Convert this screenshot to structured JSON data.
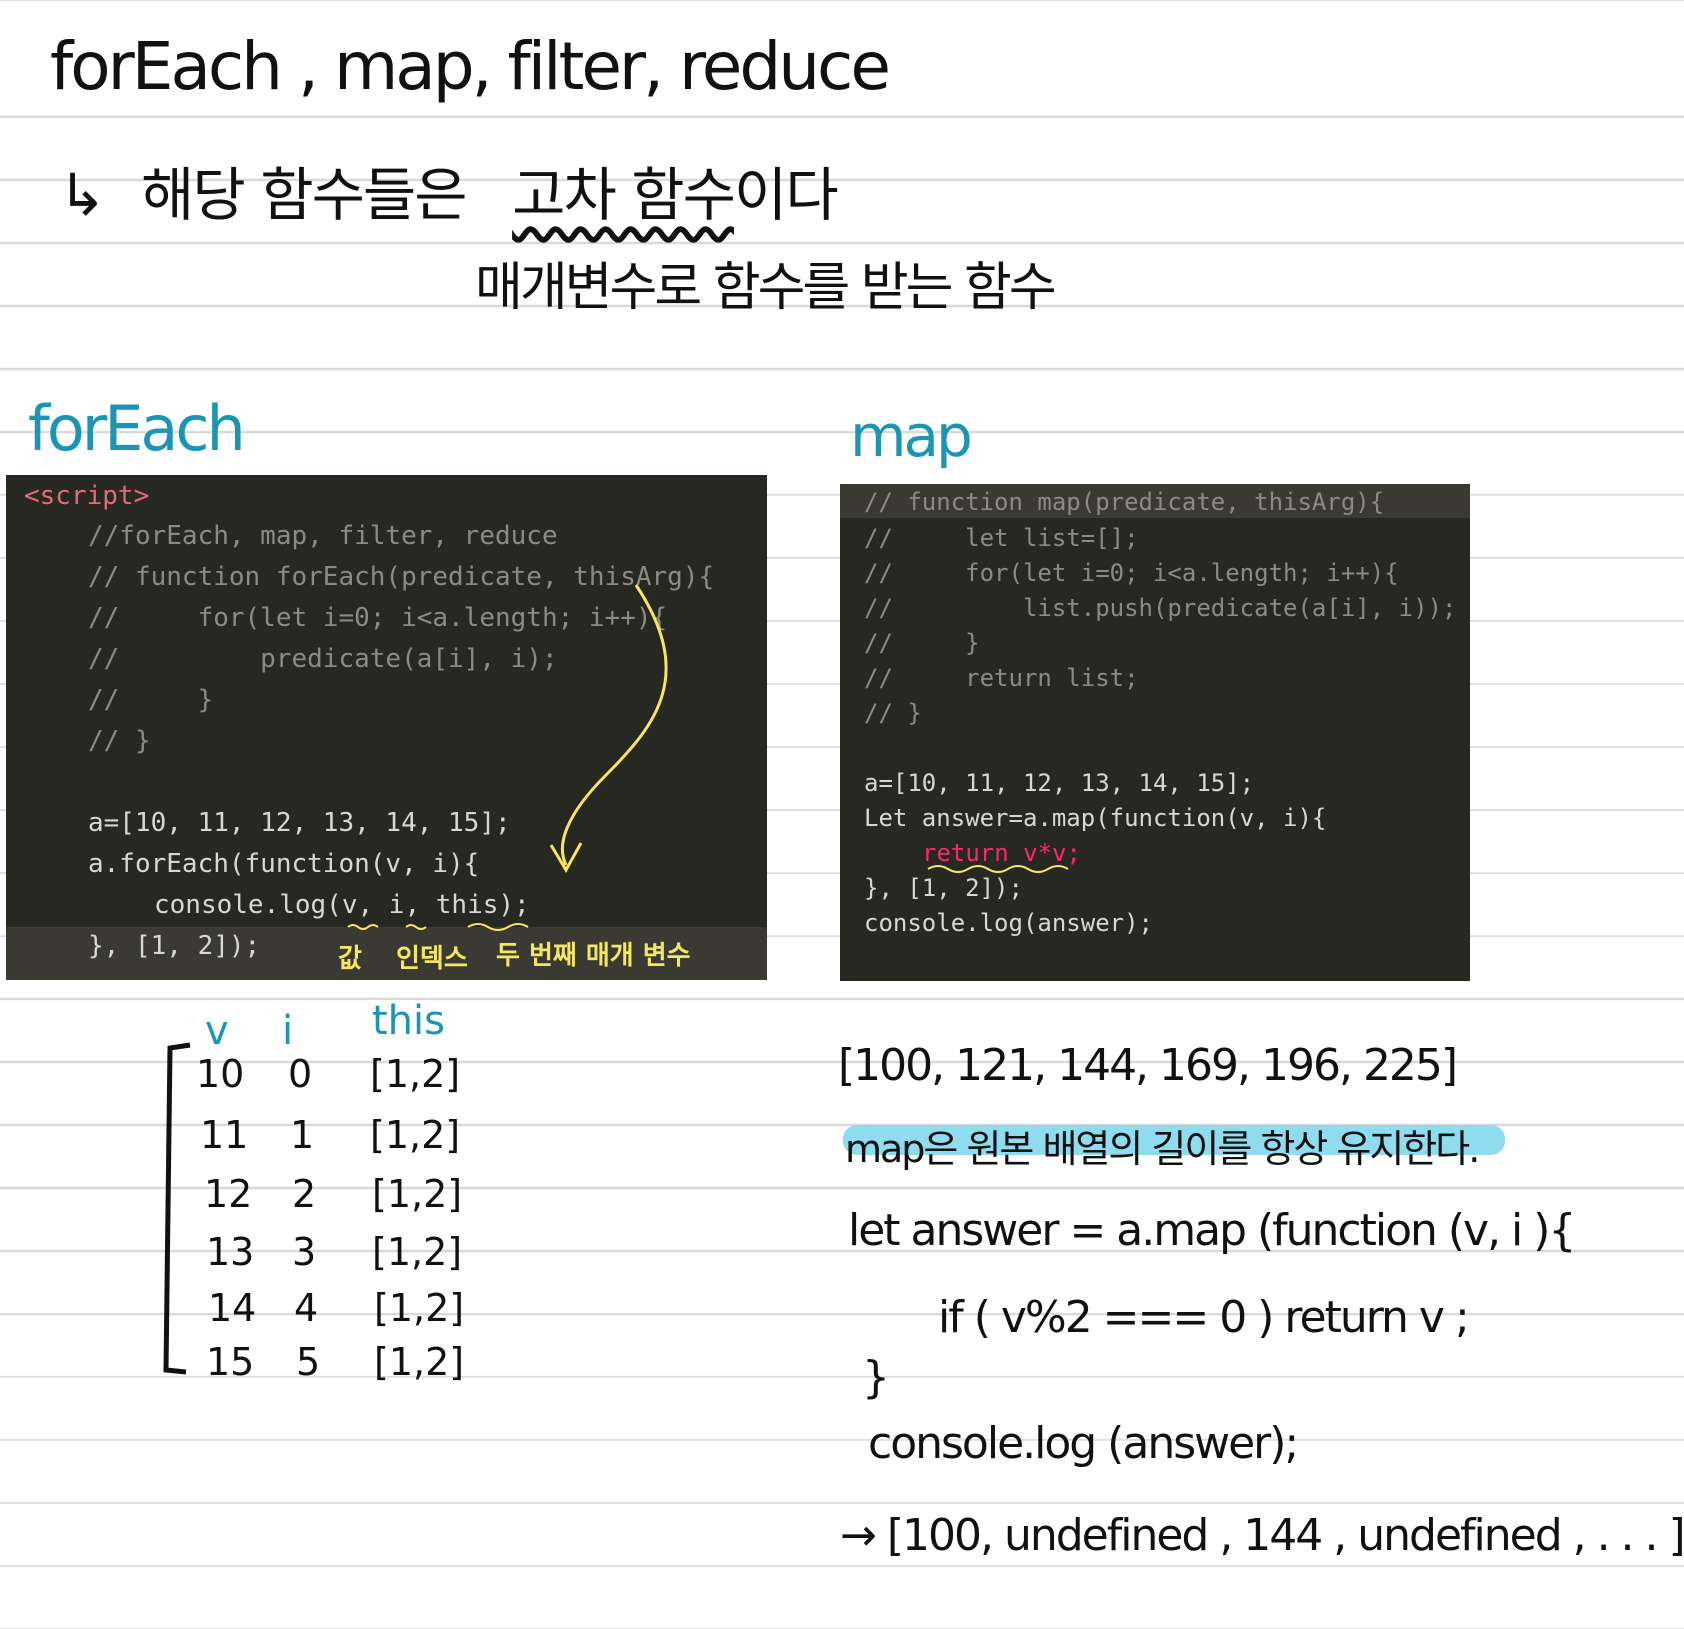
{
  "header": {
    "title": "forEach , map, filter, reduce",
    "line2_arrow": "↳",
    "line2_text": "해당 함수들은",
    "line2_key": "고차 함수",
    "line2_tail": "이다",
    "definition": "매개변수로 함수를 받는 함수"
  },
  "foreach": {
    "heading": "forEach",
    "code": [
      "<script>",
      "//forEach, map, filter, reduce",
      "// function forEach(predicate, thisArg){",
      "//     for(let i=0; i<a.length; i++){",
      "//         predicate(a[i], i);",
      "//     }",
      "// }",
      "a=[10, 11, 12, 13, 14, 15];",
      "a.forEach(function(v, i){",
      "console.log(v, i, this);",
      "}, [1, 2]);"
    ],
    "annotations": {
      "value": "값",
      "index": "인덱스",
      "second_param": "두 번째 매개 변수"
    },
    "table": {
      "headers": [
        "v",
        "i",
        "this"
      ],
      "rows": [
        [
          "10",
          "0",
          "[1,2]"
        ],
        [
          "11",
          "1",
          "[1,2]"
        ],
        [
          "12",
          "2",
          "[1,2]"
        ],
        [
          "13",
          "3",
          "[1,2]"
        ],
        [
          "14",
          "4",
          "[1,2]"
        ],
        [
          "15",
          "5",
          "[1,2]"
        ]
      ]
    }
  },
  "map": {
    "heading": "map",
    "code": [
      "// function map(predicate, thisArg){",
      "//     let list=[];",
      "//     for(let i=0; i<a.length; i++){",
      "//         list.push(predicate(a[i], i));",
      "//     }",
      "//     return list;",
      "// }",
      "a=[10, 11, 12, 13, 14, 15];",
      "Let answer=a.map(function(v, i){",
      "return v*v;",
      "}, [1, 2]);",
      "console.log(answer);"
    ],
    "result": "[100, 121, 144, 169, 196, 225]",
    "note": "map은 원본 배열의 길이를 항상 유지한다.",
    "hand_code": [
      "let  answer  = a.map (function (v, i ){",
      "if ( v%2 === 0 ) return  v ;",
      "}",
      "console.log (answer);",
      "→ [100, undefined , 144 , undefined , . . . ]"
    ]
  }
}
